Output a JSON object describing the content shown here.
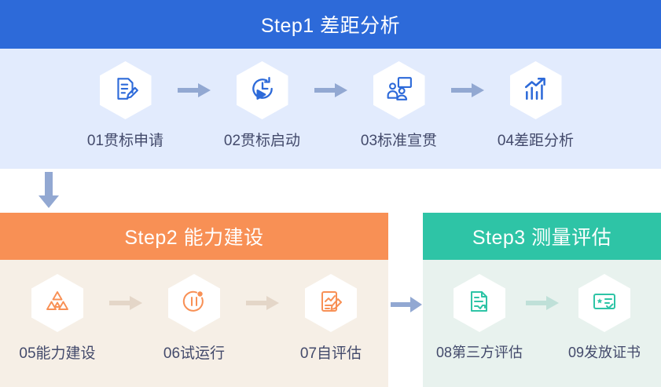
{
  "colors": {
    "step1_header_bg": "#2d6ad9",
    "step1_body_bg": "#e2ebfd",
    "step1_icon": "#2d6ad9",
    "step2_header_bg": "#f89055",
    "step2_body_bg": "#f6efe6",
    "step2_icon": "#f89055",
    "step3_header_bg": "#2ec4a6",
    "step3_body_bg": "#e8f2ee",
    "step3_icon": "#2ec4a6",
    "label_text": "#434a6b",
    "header_text": "#ffffff",
    "arrow_blue": "#92a8d2",
    "arrow_beige": "#e4d6c8",
    "arrow_teal": "#bfe0d8"
  },
  "steps": [
    {
      "id": "step1",
      "title": "Step1  差距分析",
      "nodes": [
        {
          "label": "01贯标申请",
          "icon": "document-edit-icon"
        },
        {
          "label": "02贯标启动",
          "icon": "clock-play-icon"
        },
        {
          "label": "03标准宣贯",
          "icon": "training-presentation-icon"
        },
        {
          "label": "04差距分析",
          "icon": "bar-chart-trend-icon"
        }
      ]
    },
    {
      "id": "step2",
      "title": "Step2  能力建设",
      "nodes": [
        {
          "label": "05能力建设",
          "icon": "triangles-icon"
        },
        {
          "label": "06试运行",
          "icon": "pause-circle-icon"
        },
        {
          "label": "07自评估",
          "icon": "clipboard-chart-edit-icon"
        }
      ]
    },
    {
      "id": "step3",
      "title": "Step3  测量评估",
      "nodes": [
        {
          "label": "08第三方评估",
          "icon": "document-report-icon"
        },
        {
          "label": "09发放证书",
          "icon": "certificate-check-icon"
        }
      ]
    }
  ],
  "connectors": {
    "step1_to_step2": "arrow-down-icon",
    "step2_to_step3": "arrow-right-icon",
    "inline": "arrow-right-icon"
  }
}
